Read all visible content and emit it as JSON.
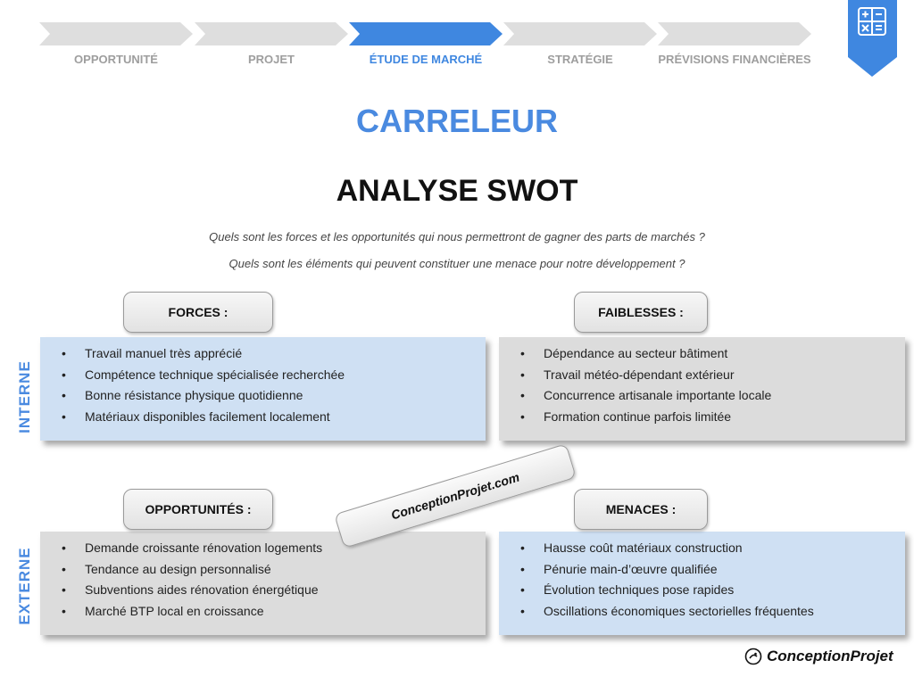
{
  "nav": {
    "steps": [
      {
        "label": "OPPORTUNITÉ",
        "active": false
      },
      {
        "label": "PROJET",
        "active": false
      },
      {
        "label": "ÉTUDE DE MARCHÉ",
        "active": true
      },
      {
        "label": "STRATÉGIE",
        "active": false
      },
      {
        "label": "PRÉVISIONS FINANCIÈRES",
        "active": false
      }
    ],
    "inactive_color": "#dedede",
    "active_color": "#3f87e0",
    "corner_icon": "calculator-icon"
  },
  "title": "CARRELEUR",
  "subtitle": "ANALYSE SWOT",
  "questions": [
    "Quels sont les forces et les opportunités qui nous permettront de gagner des parts de marchés ?",
    "Quels sont les éléments qui peuvent constituer une menace pour notre développement ?"
  ],
  "side_labels": {
    "internal": "INTERNE",
    "external": "EXTERNE"
  },
  "swot": {
    "forces": {
      "label": "FORCES :",
      "items": [
        "Travail manuel très apprécié",
        "Compétence technique spécialisée recherchée",
        "Bonne résistance physique quotidienne",
        "Matériaux disponibles facilement localement"
      ]
    },
    "faiblesses": {
      "label": "FAIBLESSES :",
      "items": [
        "Dépendance au secteur bâtiment",
        "Travail météo-dépendant extérieur",
        "Concurrence artisanale importante locale",
        "Formation continue parfois limitée"
      ]
    },
    "opportunites": {
      "label": "OPPORTUNITÉS :",
      "items": [
        "Demande croissante rénovation logements",
        "Tendance au design personnalisé",
        "Subventions aides rénovation énergétique",
        "Marché BTP local en croissance"
      ]
    },
    "menaces": {
      "label": "MENACES :",
      "items": [
        "Hausse coût matériaux construction",
        "Pénurie main-d’œuvre qualifiée",
        "Évolution techniques pose rapides",
        "Oscillations économiques sectorielles fréquentes"
      ]
    }
  },
  "bullet": "•",
  "watermark": "ConceptionProjet.com",
  "logo_text": "ConceptionProjet",
  "logo_icon": "bulb-icon",
  "colors": {
    "accent": "#4a8ae0",
    "blue_box": "#cfe0f3",
    "grey_box": "#dcdcdc"
  }
}
